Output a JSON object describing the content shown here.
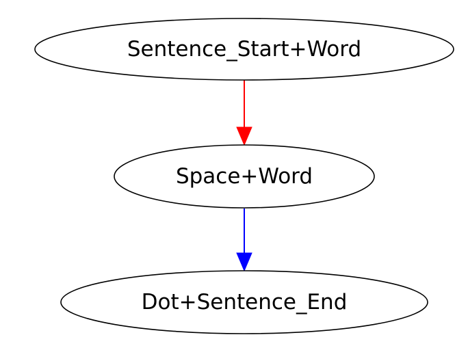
{
  "nodes": [
    {
      "id": "n1",
      "label": "Sentence_Start+Word"
    },
    {
      "id": "n2",
      "label": "Space+Word"
    },
    {
      "id": "n3",
      "label": "Dot+Sentence_End"
    }
  ],
  "edges": [
    {
      "from": "n1",
      "to": "n2",
      "color": "#ff0000"
    },
    {
      "from": "n2",
      "to": "n3",
      "color": "#0000ff"
    }
  ]
}
